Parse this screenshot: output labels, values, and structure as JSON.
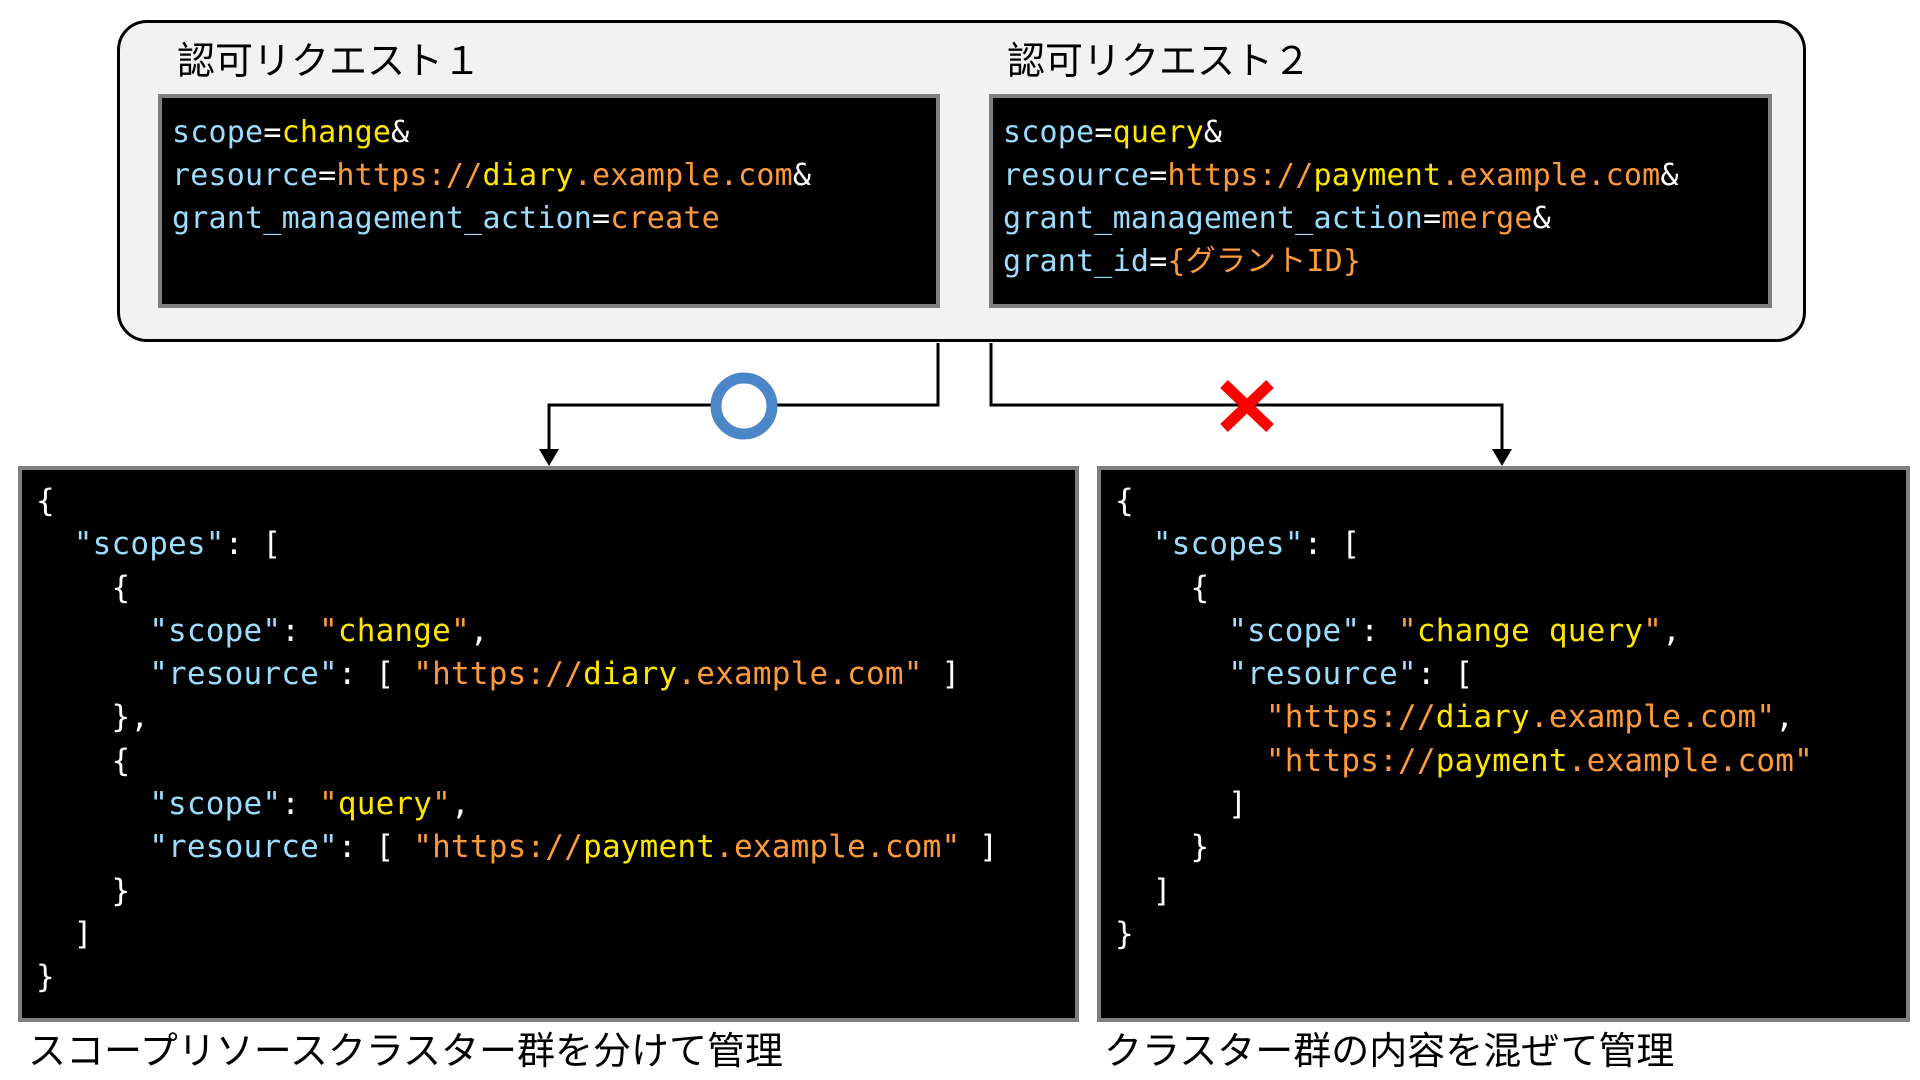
{
  "requests": [
    {
      "title": "認可リクエスト１",
      "lines": [
        [
          {
            "t": "scope",
            "c": "k"
          },
          {
            "t": "=",
            "c": "w"
          },
          {
            "t": "change",
            "c": "y"
          },
          {
            "t": "&",
            "c": "w"
          }
        ],
        [
          {
            "t": "resource",
            "c": "k"
          },
          {
            "t": "=",
            "c": "w"
          },
          {
            "t": "https://",
            "c": "o"
          },
          {
            "t": "diary",
            "c": "y"
          },
          {
            "t": ".example.com",
            "c": "o"
          },
          {
            "t": "&",
            "c": "w"
          }
        ],
        [
          {
            "t": "grant_management_action",
            "c": "k"
          },
          {
            "t": "=",
            "c": "w"
          },
          {
            "t": "create",
            "c": "o"
          }
        ]
      ]
    },
    {
      "title": "認可リクエスト２",
      "lines": [
        [
          {
            "t": "scope",
            "c": "k"
          },
          {
            "t": "=",
            "c": "w"
          },
          {
            "t": "query",
            "c": "y"
          },
          {
            "t": "&",
            "c": "w"
          }
        ],
        [
          {
            "t": "resource",
            "c": "k"
          },
          {
            "t": "=",
            "c": "w"
          },
          {
            "t": "https://",
            "c": "o"
          },
          {
            "t": "payment",
            "c": "y"
          },
          {
            "t": ".example.com",
            "c": "o"
          },
          {
            "t": "&",
            "c": "w"
          }
        ],
        [
          {
            "t": "grant_management_action",
            "c": "k"
          },
          {
            "t": "=",
            "c": "w"
          },
          {
            "t": "merge",
            "c": "o"
          },
          {
            "t": "&",
            "c": "w"
          }
        ],
        [
          {
            "t": "grant_id",
            "c": "k"
          },
          {
            "t": "=",
            "c": "w"
          },
          {
            "t": "{グラントID}",
            "c": "o"
          }
        ]
      ]
    }
  ],
  "marks": {
    "ok": "○",
    "ng": "✕",
    "ok_color": "#4a86c8",
    "ng_color": "#ff0000"
  },
  "results": [
    {
      "caption": "スコープリソースクラスター群を分けて管理",
      "lines": [
        [
          {
            "t": "{",
            "c": "w"
          }
        ],
        [
          {
            "t": "  ",
            "c": "w"
          },
          {
            "t": "\"scopes\"",
            "c": "k"
          },
          {
            "t": ": [",
            "c": "w"
          }
        ],
        [
          {
            "t": "    {",
            "c": "w"
          }
        ],
        [
          {
            "t": "      ",
            "c": "w"
          },
          {
            "t": "\"scope\"",
            "c": "k"
          },
          {
            "t": ": ",
            "c": "w"
          },
          {
            "t": "\"",
            "c": "o"
          },
          {
            "t": "change",
            "c": "y"
          },
          {
            "t": "\"",
            "c": "o"
          },
          {
            "t": ",",
            "c": "w"
          }
        ],
        [
          {
            "t": "      ",
            "c": "w"
          },
          {
            "t": "\"resource\"",
            "c": "k"
          },
          {
            "t": ": [ ",
            "c": "w"
          },
          {
            "t": "\"https://",
            "c": "o"
          },
          {
            "t": "diary",
            "c": "y"
          },
          {
            "t": ".example.com\"",
            "c": "o"
          },
          {
            "t": " ]",
            "c": "w"
          }
        ],
        [
          {
            "t": "    },",
            "c": "w"
          }
        ],
        [
          {
            "t": "    {",
            "c": "w"
          }
        ],
        [
          {
            "t": "      ",
            "c": "w"
          },
          {
            "t": "\"scope\"",
            "c": "k"
          },
          {
            "t": ": ",
            "c": "w"
          },
          {
            "t": "\"",
            "c": "o"
          },
          {
            "t": "query",
            "c": "y"
          },
          {
            "t": "\"",
            "c": "o"
          },
          {
            "t": ",",
            "c": "w"
          }
        ],
        [
          {
            "t": "      ",
            "c": "w"
          },
          {
            "t": "\"resource\"",
            "c": "k"
          },
          {
            "t": ": [ ",
            "c": "w"
          },
          {
            "t": "\"https://",
            "c": "o"
          },
          {
            "t": "payment",
            "c": "y"
          },
          {
            "t": ".example.com\"",
            "c": "o"
          },
          {
            "t": " ]",
            "c": "w"
          }
        ],
        [
          {
            "t": "    }",
            "c": "w"
          }
        ],
        [
          {
            "t": "  ]",
            "c": "w"
          }
        ],
        [
          {
            "t": "}",
            "c": "w"
          }
        ]
      ]
    },
    {
      "caption": "クラスター群の内容を混ぜて管理",
      "lines": [
        [
          {
            "t": "{",
            "c": "w"
          }
        ],
        [
          {
            "t": "  ",
            "c": "w"
          },
          {
            "t": "\"scopes\"",
            "c": "k"
          },
          {
            "t": ": [",
            "c": "w"
          }
        ],
        [
          {
            "t": "    {",
            "c": "w"
          }
        ],
        [
          {
            "t": "      ",
            "c": "w"
          },
          {
            "t": "\"scope\"",
            "c": "k"
          },
          {
            "t": ": ",
            "c": "w"
          },
          {
            "t": "\"",
            "c": "o"
          },
          {
            "t": "change query",
            "c": "y"
          },
          {
            "t": "\"",
            "c": "o"
          },
          {
            "t": ",",
            "c": "w"
          }
        ],
        [
          {
            "t": "      ",
            "c": "w"
          },
          {
            "t": "\"resource\"",
            "c": "k"
          },
          {
            "t": ": [",
            "c": "w"
          }
        ],
        [
          {
            "t": "        ",
            "c": "w"
          },
          {
            "t": "\"https://",
            "c": "o"
          },
          {
            "t": "diary",
            "c": "y"
          },
          {
            "t": ".example.com\"",
            "c": "o"
          },
          {
            "t": ",",
            "c": "w"
          }
        ],
        [
          {
            "t": "        ",
            "c": "w"
          },
          {
            "t": "\"https://",
            "c": "o"
          },
          {
            "t": "payment",
            "c": "y"
          },
          {
            "t": ".example.com\"",
            "c": "o"
          }
        ],
        [
          {
            "t": "      ]",
            "c": "w"
          }
        ],
        [
          {
            "t": "    }",
            "c": "w"
          }
        ],
        [
          {
            "t": "  ]",
            "c": "w"
          }
        ],
        [
          {
            "t": "}",
            "c": "w"
          }
        ]
      ]
    }
  ]
}
